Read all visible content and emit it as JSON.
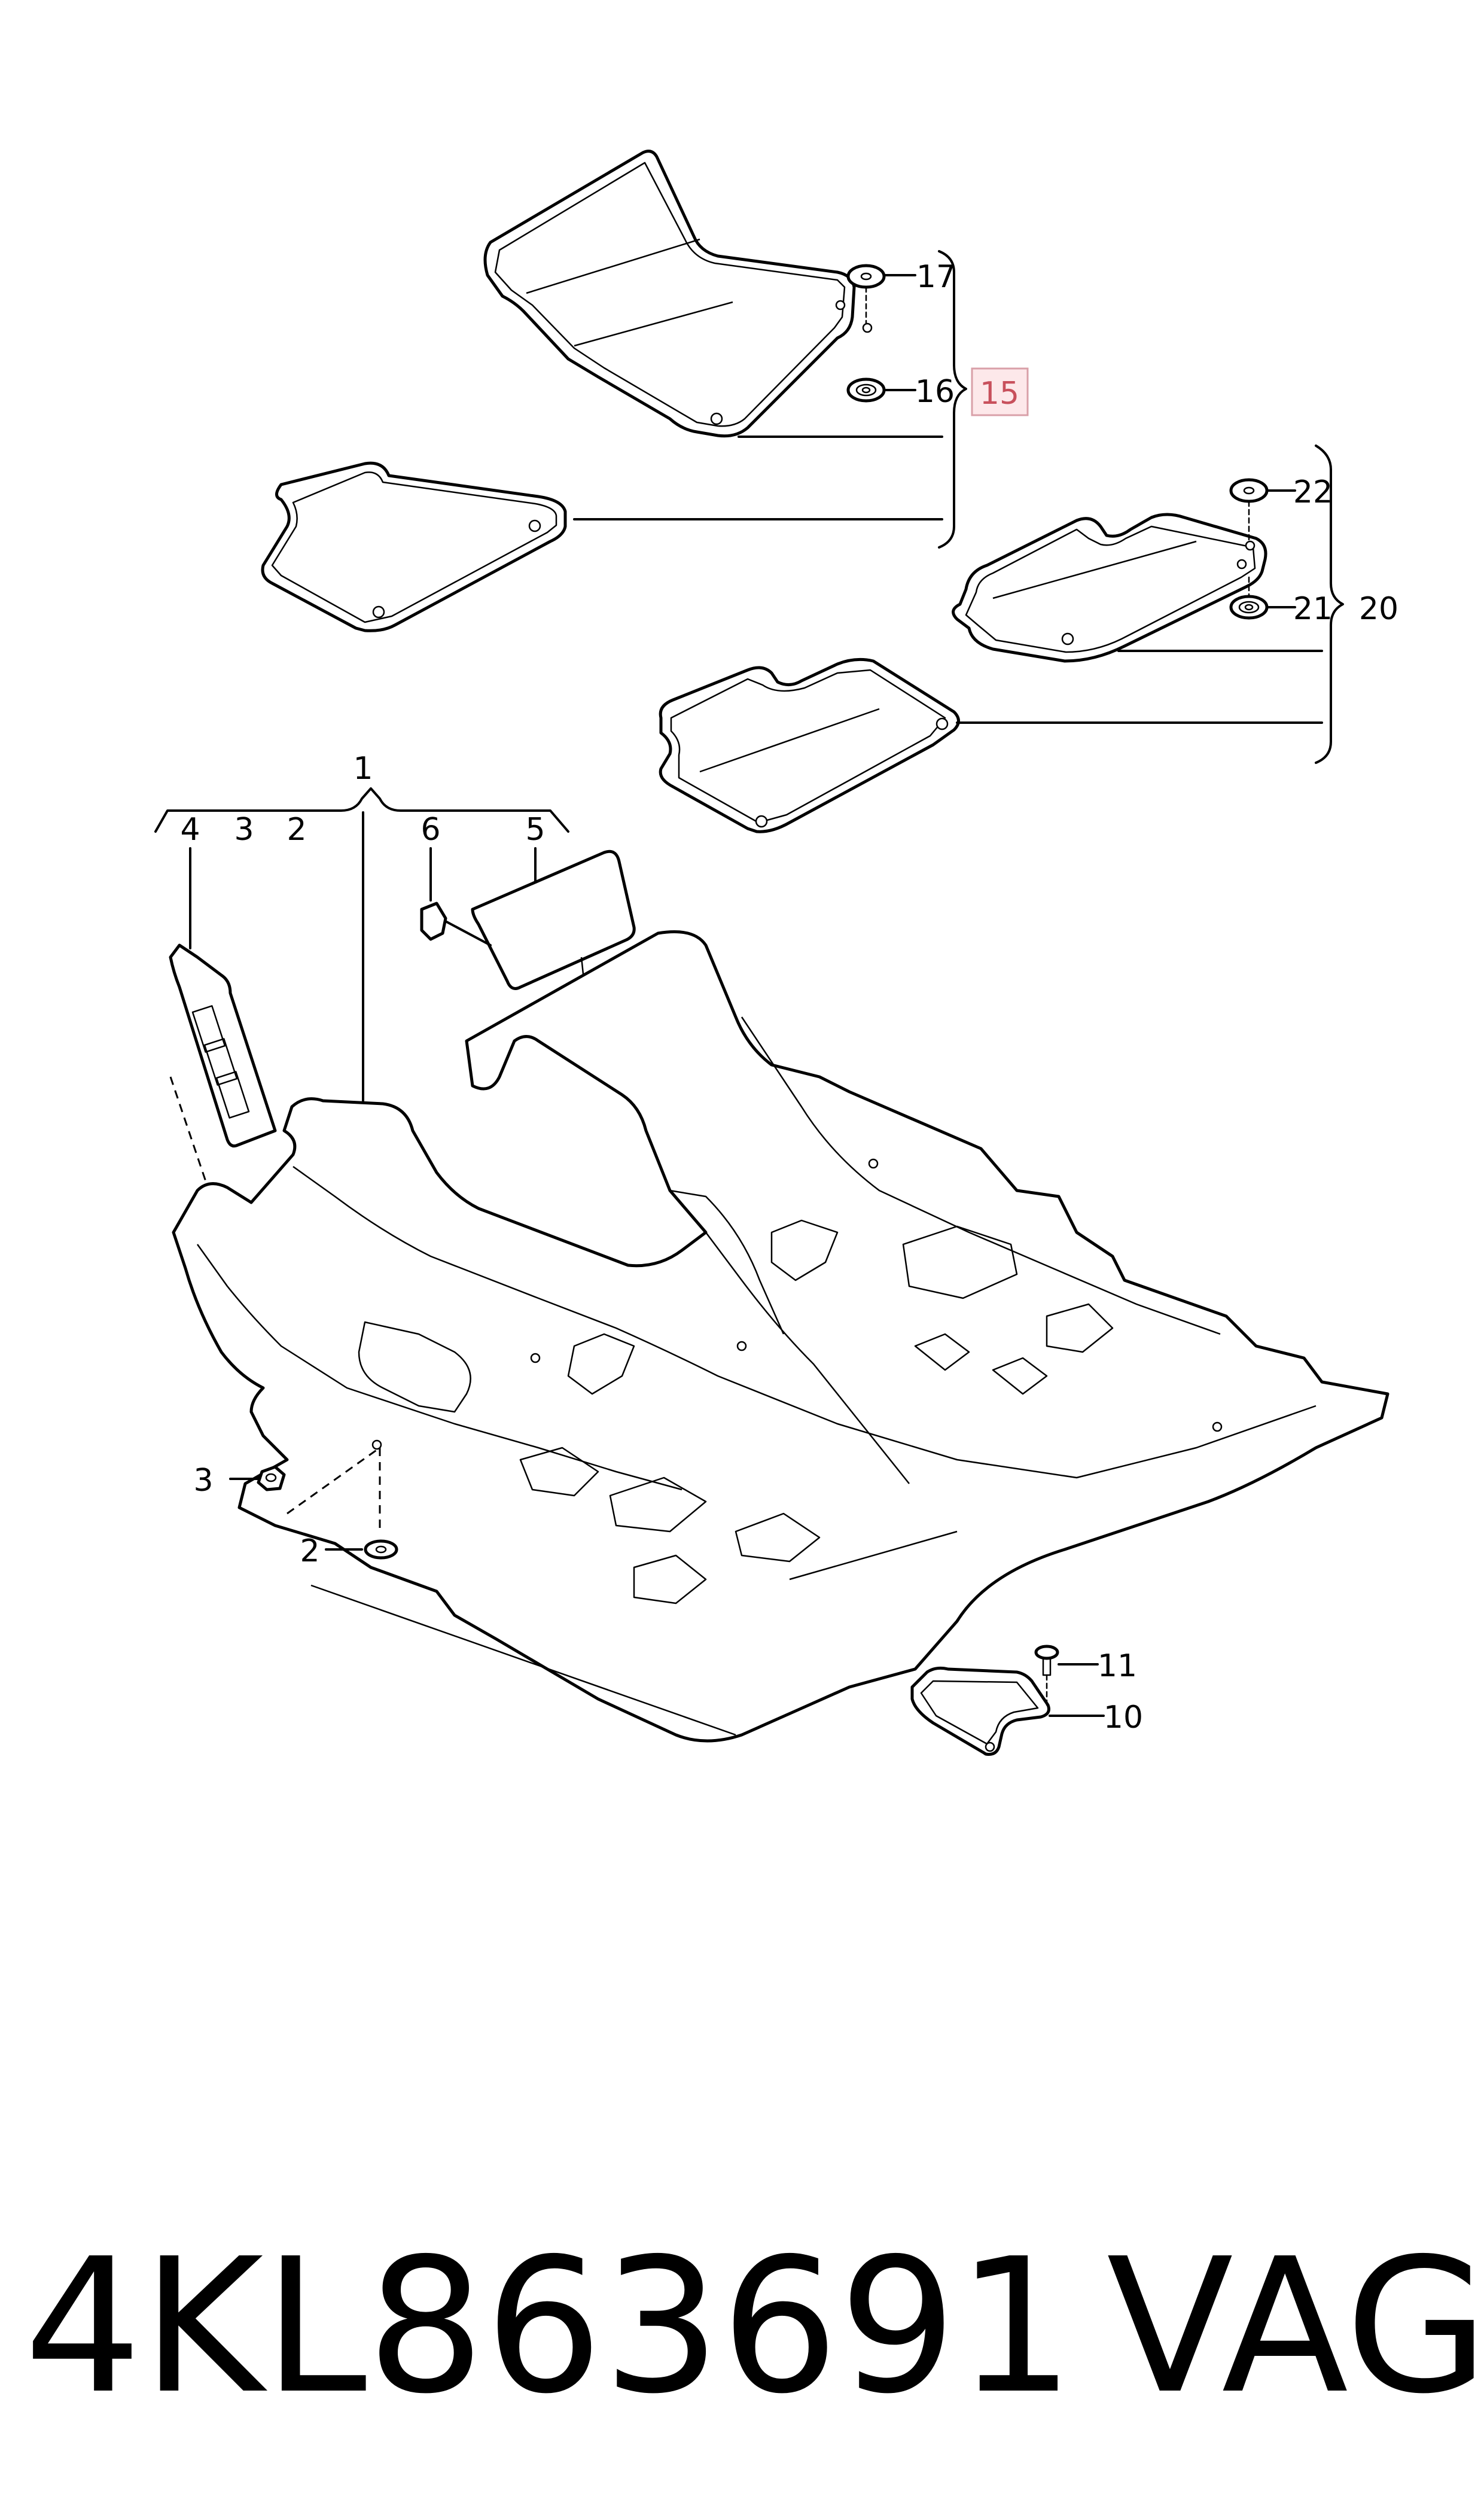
{
  "callouts": {
    "c1": "1",
    "c2_top": "2",
    "c3_top": "3",
    "c4": "4",
    "c5": "5",
    "c6": "6",
    "c2": "2",
    "c3": "3",
    "c10": "10",
    "c11": "11",
    "c15": "15",
    "c16": "16",
    "c17": "17",
    "c20": "20",
    "c21": "21",
    "c22": "22"
  },
  "footer": {
    "part_number": "4KL863691",
    "brand": "VAG"
  },
  "colors": {
    "line": "#000000",
    "highlight_border": "#d9a0a8",
    "highlight_fill": "#fde8ea",
    "highlight_text": "#c8505c"
  }
}
